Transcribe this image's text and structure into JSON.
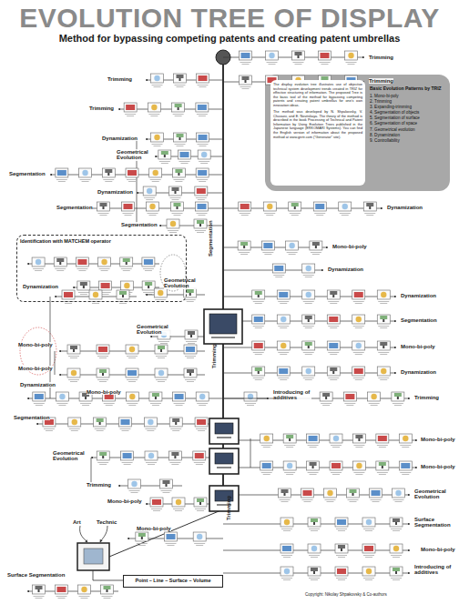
{
  "diagram": {
    "title": "EVOLUTION TREE OF DISPLAY",
    "nodes": [
      {
        "text": [
          "The display evolution tree illustrates use of objective technical system development trends created in TRIZ for effective structuring of information. The proposed Tree is the basic tool of the method for bypassing competing patents and creating patent umbrellas for one's own innovation ideas.",
          "The method was developed by N. Shpakovsky, V. Chuvaev, and E. Novitskaya. The theory of the method is described in the book Processing of Technical and Patent Information by Using Evolution Trees published in the Japanese language (ERKOMARI Systems). You can find the English version of information about the proposed method at www.gnrtr.com (\"Generator\" site)."
        ]
      },
      {
        "text": [
          "Basic Evolution Patterns by TRIZ",
          "1. Mono-bi-poly",
          "2. Trimming",
          "3. Expanding-trimming",
          "4. Segmentation of objects",
          "5. Segmentation of surface",
          "6. Segmentation of space",
          "7. Geometrical evolution",
          "8. Dynamization",
          "9. Controllability"
        ]
      },
      {
        "text": [
          "Identification with MATCHEM operator"
        ]
      },
      {
        "text": [
          "Point – Line – Surface – Volume"
        ]
      }
    ],
    "labels": [
      "Method for bypassing competing patents and creating patent umbrellas",
      "Trimming",
      "Trimming",
      "Trimming",
      "Trimming",
      "Dynamization",
      "Geometrical Evolution",
      "Segmentation",
      "Dynamization",
      "Segmentation",
      "Dynamization",
      "Segmentation",
      "Mono-bi-poly",
      "Dynamization",
      "Segmentation",
      "Dynamization",
      "Geometrical Evolution",
      "Dynamization",
      "Geometrical Evolution",
      "Segmentation",
      "Mono-bi-poly",
      "Mono-bi-poly",
      "Mono-bi-poly",
      "Dynamization",
      "Dynamization",
      "Trimming",
      "Mono-bi-poly",
      "Introducing of additives",
      "Trimming",
      "Segmentation",
      "Mono-bi-poly",
      "Geometrical Evolution",
      "Mono-bi-poly",
      "Trimming",
      "Geometrical Evolution",
      "Mono-bi-poly",
      "Trimming",
      "Surface Segmentation",
      "Mono-bi-poly",
      "Art",
      "Technic",
      "Mono-bi-poly",
      "Introducing of additives",
      "Surface Segmentation",
      "Copyright: Nikolay Shpakovsky & Co-authors"
    ]
  }
}
